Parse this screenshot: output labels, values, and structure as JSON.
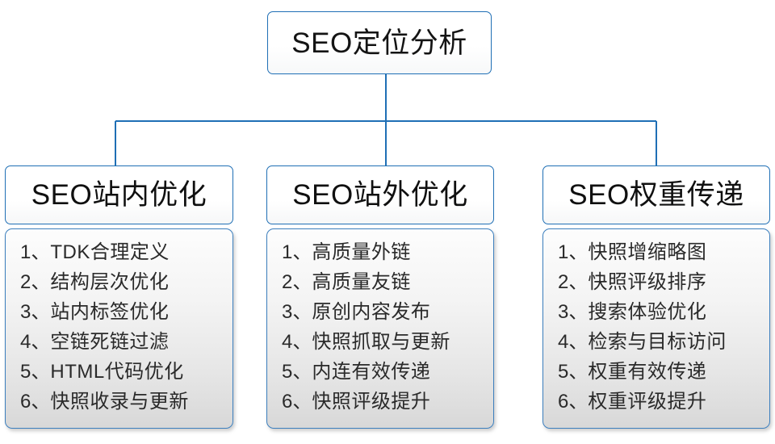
{
  "diagram": {
    "root": {
      "label": "SEO定位分析"
    },
    "branches": [
      {
        "title": "SEO站内优化",
        "items": [
          {
            "index": "1、",
            "text": "TDK合理定义"
          },
          {
            "index": "2、",
            "text": "结构层次优化"
          },
          {
            "index": "3、",
            "text": "站内标签优化"
          },
          {
            "index": "4、",
            "text": "空链死链过滤"
          },
          {
            "index": "5、",
            "text": "HTML代码优化"
          },
          {
            "index": "6、",
            "text": "快照收录与更新"
          }
        ]
      },
      {
        "title": "SEO站外优化",
        "items": [
          {
            "index": "1、",
            "text": "高质量外链"
          },
          {
            "index": "2、",
            "text": "高质量友链"
          },
          {
            "index": "3、",
            "text": "原创内容发布"
          },
          {
            "index": "4、",
            "text": "快照抓取与更新"
          },
          {
            "index": "5、",
            "text": "内连有效传递"
          },
          {
            "index": "6、",
            "text": "快照评级提升"
          }
        ]
      },
      {
        "title": "SEO权重传递",
        "items": [
          {
            "index": "1、",
            "text": "快照增缩略图"
          },
          {
            "index": "2、",
            "text": "快照评级排序"
          },
          {
            "index": "3、",
            "text": "搜索体验优化"
          },
          {
            "index": "4、",
            "text": "检索与目标访问"
          },
          {
            "index": "5、",
            "text": "权重有效传递"
          },
          {
            "index": "6、",
            "text": "权重评级提升"
          }
        ]
      }
    ],
    "colors": {
      "connector": "#1f6fb5",
      "box_border": "#1f6fb5",
      "panel_border": "#3c7fbe",
      "text": "#2a2a2a",
      "title_text": "#101010",
      "background": "#ffffff"
    }
  }
}
